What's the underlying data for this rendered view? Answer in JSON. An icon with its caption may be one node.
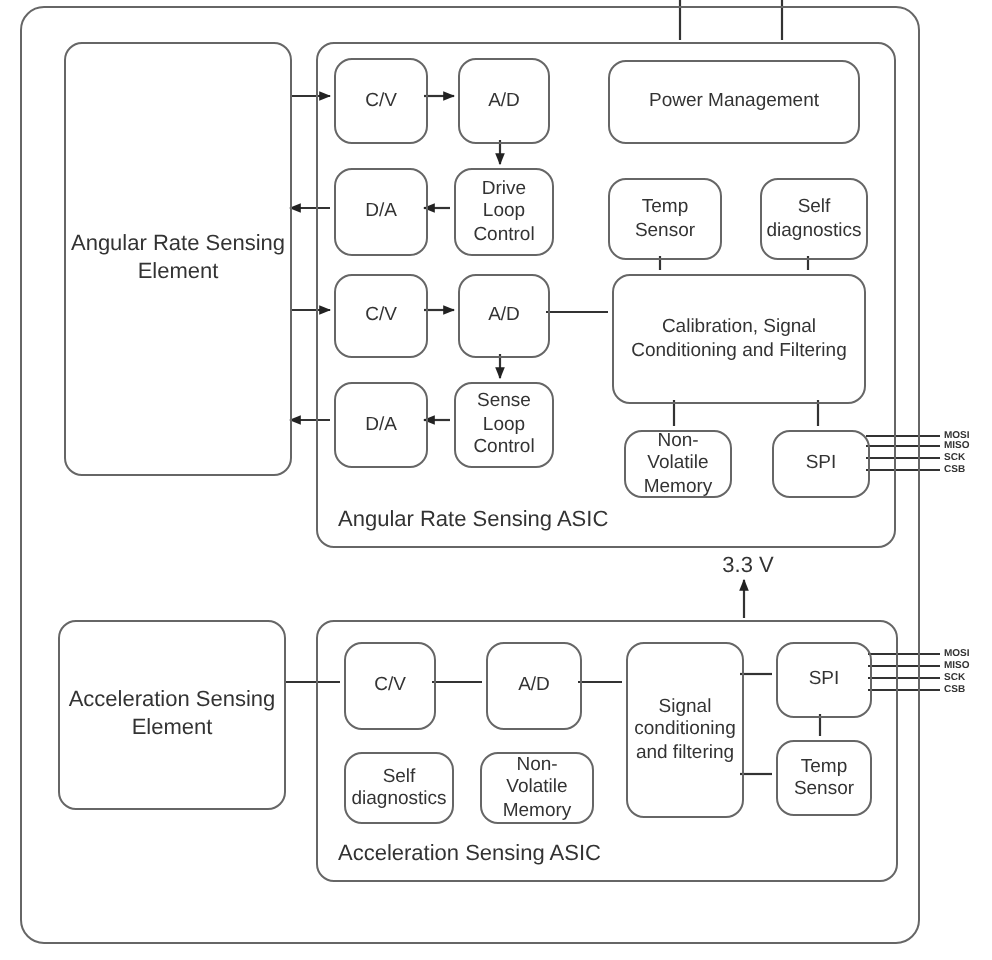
{
  "diagram": {
    "nodes": [
      {
        "text": [],
        "shape": "box"
      },
      {
        "text": [
          "Angular Rate Sensing Element"
        ],
        "in": 0
      },
      {
        "text": [
          "Angular Rate Sensing ASIC"
        ],
        "in": 0
      },
      {
        "text": [
          "C/V"
        ],
        "in": 2
      },
      {
        "text": [
          "A/D"
        ],
        "in": 2
      },
      {
        "text": [
          "Power Management"
        ],
        "in": 2
      },
      {
        "text": [
          "D/A"
        ],
        "in": 2
      },
      {
        "text": [
          "Drive Loop Control"
        ],
        "in": 2
      },
      {
        "text": [
          "Temp Sensor"
        ],
        "in": 2
      },
      {
        "text": [
          "Self diagnostics"
        ],
        "in": 2
      },
      {
        "text": [
          "C/V"
        ],
        "in": 2
      },
      {
        "text": [
          "A/D"
        ],
        "in": 2
      },
      {
        "text": [
          "Calibration, Signal Conditioning and Filtering"
        ],
        "in": 2
      },
      {
        "text": [
          "D/A"
        ],
        "in": 2
      },
      {
        "text": [
          "Sense Loop Control"
        ],
        "in": 2
      },
      {
        "text": [
          "Non-Volatile Memory"
        ],
        "in": 2
      },
      {
        "text": [
          "SPI"
        ],
        "in": 2
      },
      {
        "text": [
          "Acceleration Sensing Element"
        ],
        "in": 0
      },
      {
        "text": [
          "Acceleration Sensing ASIC"
        ],
        "in": 0
      },
      {
        "text": [
          "C/V"
        ],
        "in": 18
      },
      {
        "text": [
          "A/D"
        ],
        "in": 18
      },
      {
        "text": [
          "Signal conditioning and filtering"
        ],
        "in": 18
      },
      {
        "text": [
          "SPI"
        ],
        "in": 18
      },
      {
        "text": [
          "Self diagnostics"
        ],
        "in": 18
      },
      {
        "text": [
          "Non-Volatile Memory"
        ],
        "in": 18
      },
      {
        "text": [
          "Temp Sensor"
        ],
        "in": 18
      },
      {
        "text": [
          "3.3 V"
        ],
        "in": 0
      }
    ],
    "edges": [
      {
        "from": 2,
        "to": null,
        "arrow": "none"
      },
      {
        "from": 2,
        "to": null,
        "arrow": "none"
      },
      {
        "from": 1,
        "to": 3,
        "arrow": "to"
      },
      {
        "from": 3,
        "to": 4,
        "arrow": "to"
      },
      {
        "from": 4,
        "to": 7,
        "arrow": "to"
      },
      {
        "from": 7,
        "to": 6,
        "arrow": "to"
      },
      {
        "from": 6,
        "to": 1,
        "arrow": "to"
      },
      {
        "from": 1,
        "to": 10,
        "arrow": "to"
      },
      {
        "from": 10,
        "to": 11,
        "arrow": "to"
      },
      {
        "from": 11,
        "to": 14,
        "arrow": "to"
      },
      {
        "from": 14,
        "to": 13,
        "arrow": "to"
      },
      {
        "from": 13,
        "to": 1,
        "arrow": "to"
      },
      {
        "from": 11,
        "to": 12,
        "arrow": "none"
      },
      {
        "from": 8,
        "to": 12,
        "arrow": "none"
      },
      {
        "from": 9,
        "to": 12,
        "arrow": "none"
      },
      {
        "from": 12,
        "to": 15,
        "arrow": "none"
      },
      {
        "from": 12,
        "to": 16,
        "arrow": "none"
      },
      {
        "from": 16,
        "to": null,
        "arrow": "none",
        "label": "MOSI"
      },
      {
        "from": 16,
        "to": null,
        "arrow": "none",
        "label": "MISO"
      },
      {
        "from": 16,
        "to": null,
        "arrow": "none",
        "label": "SCK"
      },
      {
        "from": 16,
        "to": null,
        "arrow": "none",
        "label": "CSB"
      },
      {
        "from": 18,
        "to": 26,
        "arrow": "to"
      },
      {
        "from": 17,
        "to": 19,
        "arrow": "none"
      },
      {
        "from": 19,
        "to": 20,
        "arrow": "none"
      },
      {
        "from": 20,
        "to": 21,
        "arrow": "none"
      },
      {
        "from": 21,
        "to": 22,
        "arrow": "none"
      },
      {
        "from": 21,
        "to": 25,
        "arrow": "none"
      },
      {
        "from": 22,
        "to": 25,
        "arrow": "none"
      },
      {
        "from": 22,
        "to": null,
        "arrow": "none",
        "label": "MOSI"
      },
      {
        "from": 22,
        "to": null,
        "arrow": "none",
        "label": "MISO"
      },
      {
        "from": 22,
        "to": null,
        "arrow": "none",
        "label": "SCK"
      },
      {
        "from": 22,
        "to": null,
        "arrow": "none",
        "label": "CSB"
      }
    ]
  }
}
